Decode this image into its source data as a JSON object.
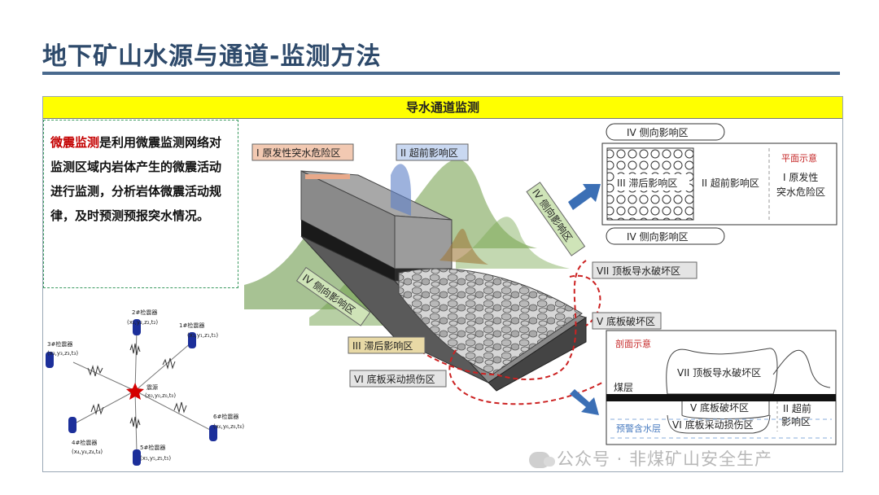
{
  "slide": {
    "title": "地下矿山水源与通道-监测方法",
    "panel_header": "导水通道监测"
  },
  "description": {
    "highlight": "微震监测",
    "text": "是利用微震监测网络对监测区域内岩体产生的微震活动进行监测，分析岩体微震活动规律，及时预测预报突水情况。"
  },
  "sensor_diagram": {
    "center_label": "震源",
    "center_coords": "(x₀,y₀,z₀,t₀)",
    "sensors": [
      {
        "name": "1#检震器",
        "coords": "(x₁,y₁,z₁,t₁)"
      },
      {
        "name": "2#检震器",
        "coords": "(x₂,y₂,z₂,t₂)"
      },
      {
        "name": "3#检震器",
        "coords": "(x₃,y₃,z₃,t₃)"
      },
      {
        "name": "4#检震器",
        "coords": "(x₄,y₄,z₄,t₄)"
      },
      {
        "name": "5#检震器",
        "coords": "(x₅,y₅,z₅,t₅)"
      },
      {
        "name": "6#检震器",
        "coords": "(x₆,y₆,z₆,t₆)"
      }
    ]
  },
  "zones_3d": {
    "zone1": "I 原发性突水危险区",
    "zone2": "II 超前影响区",
    "zone3": "III 滞后影响区",
    "zone4a": "IV 侧向影响区",
    "zone4b": "IV 侧向影响区",
    "zone5": "V 底板破坏区",
    "zone6": "VI 底板采动损伤区",
    "zone7": "VII 顶板导水破坏区"
  },
  "plan_view": {
    "top": "IV 侧向影响区",
    "bottom": "IV 侧向影响区",
    "lagging": "III 滞后影响区",
    "advance": "II 超前影响区",
    "tag": "平面示意",
    "primary_1": "I 原发性",
    "primary_2": "突水危险区"
  },
  "section_view": {
    "tag": "剖面示意",
    "coal": "煤层",
    "roof": "VII 顶板导水破坏区",
    "floor": "V 底板破坏区",
    "damage": "VI 底板采动损伤区",
    "aquifer": "预警含水层",
    "advance_1": "II 超前",
    "advance_2": "影响区"
  },
  "watermark": "公众号 · 非煤矿山安全生产"
}
